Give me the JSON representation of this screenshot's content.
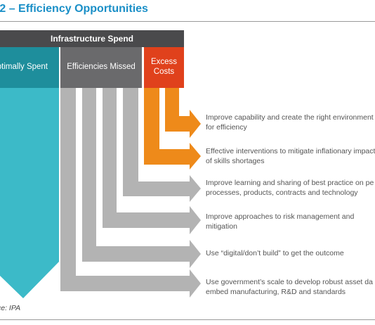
{
  "figure": {
    "title": "e 2 – Efficiency Opportunities",
    "source": "ce: IPA"
  },
  "header": {
    "label": "Infrastructure Spend"
  },
  "categories": {
    "optimally_spent": "ptimally Spent",
    "efficiencies_missed": "Efficiencies Missed",
    "excess_costs_line1": "Excess",
    "excess_costs_line2": "Costs"
  },
  "items": [
    {
      "line1": "Improve capability and create the right environment",
      "line2": "for efficiency",
      "color": "orange"
    },
    {
      "line1": "Effective interventions to mitigate inflationary impact",
      "line2": "of skills shortages",
      "color": "orange"
    },
    {
      "line1": "Improve learning and sharing of best practice on pe",
      "line2": "processes, products, contracts and technology",
      "color": "grey"
    },
    {
      "line1": "Improve approaches to risk management and",
      "line2": "mitigation",
      "color": "grey"
    },
    {
      "line1": "Use “digital/don’t build” to get the outcome",
      "line2": "",
      "color": "grey"
    },
    {
      "line1": "Use government’s scale to develop robust asset da",
      "line2": "embed manufacturing, R&D and standards",
      "color": "grey"
    }
  ],
  "colors": {
    "header": "#4a4a4c",
    "optimal": "#1e8e9c",
    "optimal_arrow": "#3cbac8",
    "missed": "#6a6a6c",
    "missed_arrow": "#b3b3b3",
    "excess": "#e0411c",
    "excess_arrow": "#ee8a1a",
    "title": "#1a8fc7"
  }
}
